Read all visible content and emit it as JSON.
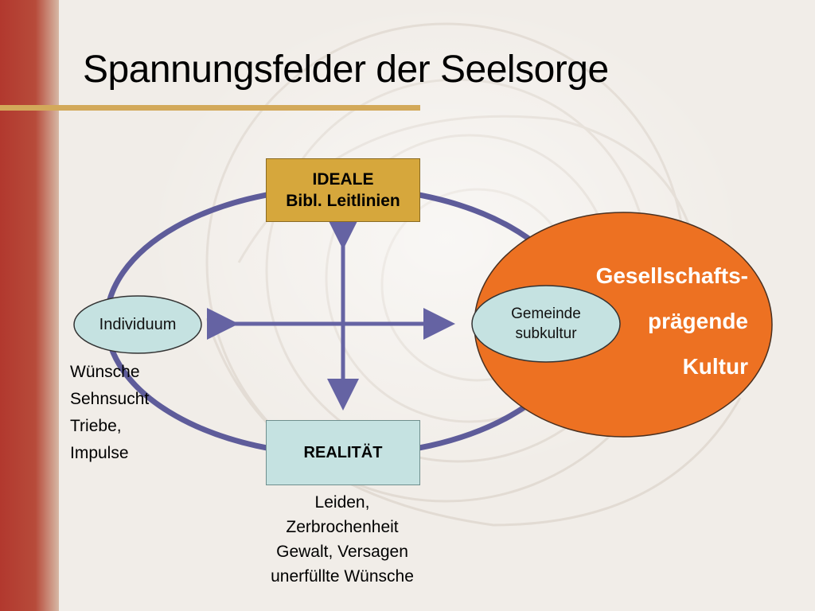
{
  "slide": {
    "title": "Spannungsfelder der Seelsorge"
  },
  "diagram": {
    "ideale": {
      "line1": "IDEALE",
      "line2": "Bibl. Leitlinien"
    },
    "realitaet": {
      "label": "REALITÄT"
    },
    "individuum": {
      "label": "Individuum",
      "notes": [
        "Wünsche",
        "Sehnsucht",
        "Triebe,",
        "Impulse"
      ]
    },
    "realitaet_notes": [
      "Leiden,",
      "Zerbrochenheit",
      "Gewalt, Versagen",
      "unerfüllte Wünsche"
    ],
    "kultur": {
      "lines": [
        "Gesellschafts-",
        "prägende",
        "Kultur"
      ]
    },
    "gemeinde": {
      "line1": "Gemeinde",
      "line2": "subkultur"
    }
  },
  "colors": {
    "background": "#f1ede8",
    "accent_red": "#a8322a",
    "accent_gold": "#d3a95a",
    "ellipse_stroke": "#5e5c9a",
    "arrow": "#6563a3",
    "ideale_fill": "#d6a73c",
    "realitaet_fill": "#c5e2e1",
    "individuum_fill": "#c5e2e1",
    "kultur_fill": "#ed7122",
    "gemeinde_fill": "#c5e2e1"
  }
}
